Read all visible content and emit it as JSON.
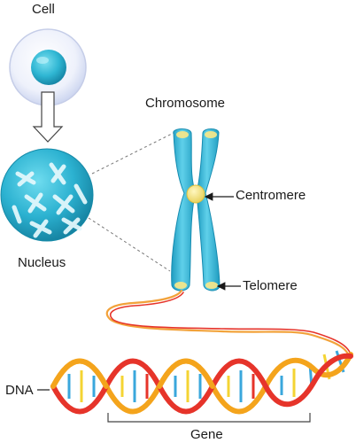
{
  "labels": {
    "cell": "Cell",
    "nucleus": "Nucleus",
    "chromosome": "Chromosome",
    "centromere": "Centromere",
    "telomere": "Telomere",
    "dna": "DNA",
    "gene": "Gene"
  },
  "colors": {
    "cell_membrane": "#dde4f7",
    "nucleus": "#2fb6d3",
    "chromosome": "#3fb8d8",
    "centromere": "#f2e27a",
    "telomere": "#f6e98a",
    "dna_orange": "#f4a41c",
    "dna_red": "#e6342a",
    "base_blue": "#3aa7dc",
    "base_yellow": "#f4d433"
  }
}
